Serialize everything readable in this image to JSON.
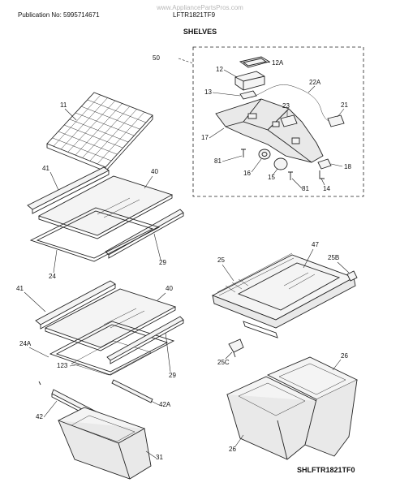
{
  "header": {
    "publication": "Publication No: 5995714671",
    "model": "LFTR1821TF9",
    "watermark": "www.AppliancePartsPros.com"
  },
  "title": "SHELVES",
  "footer_code": "SHLFTR1821TF0",
  "callouts": {
    "c50": "50",
    "c12": "12",
    "c12a": "12A",
    "c13": "13",
    "c22a": "22A",
    "c23": "23",
    "c21": "21",
    "c17": "17",
    "c81a": "81",
    "c16": "16",
    "c15": "15",
    "c81b": "81",
    "c18": "18",
    "c14": "14",
    "c11": "11",
    "c41a": "41",
    "c40a": "40",
    "c29a": "29",
    "c24": "24",
    "c47": "47",
    "c25": "25",
    "c25b": "25B",
    "c41b": "41",
    "c40b": "40",
    "c24a": "24A",
    "c123": "123",
    "c29b": "29",
    "c25c": "25C",
    "c26a": "26",
    "c42a": "42A",
    "c42": "42",
    "c31": "31",
    "c26b": "26"
  }
}
